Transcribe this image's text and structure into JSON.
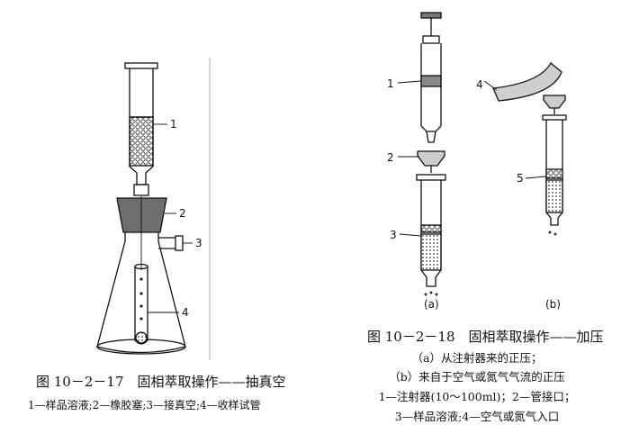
{
  "left_figure": {
    "title": "图 10－2－17　固相萃取操作——抽真空",
    "legend": "1—样品溶液;2—橡胶塞;3—接真空;4—收样试管",
    "callouts": [
      "1",
      "2",
      "3",
      "4"
    ]
  },
  "right_figure": {
    "title": "图 10－2－18　固相萃取操作——加压",
    "notes": [
      "（a）从注射器来的正压；",
      "（b）来自于空气或氮气气流的正压",
      "1—注射器(10～100ml)；2—管接口；",
      "3—样品溶液;4—空气或氮气入口"
    ],
    "callouts": [
      "1",
      "2",
      "3",
      "4",
      "5"
    ],
    "panel_labels": [
      "(a)",
      "(b)"
    ]
  }
}
